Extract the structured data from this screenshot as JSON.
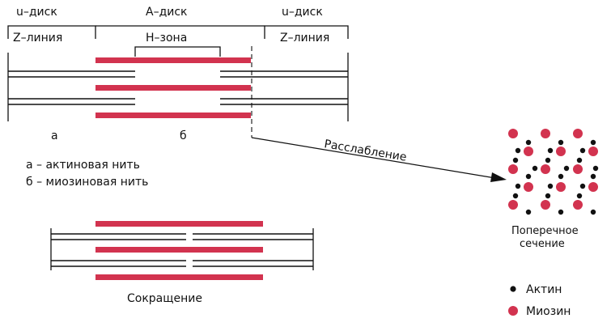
{
  "labels": {
    "u_disk_left": "u–диск",
    "a_disk": "А–диск",
    "u_disk_right": "u–диск",
    "z_line_left": "Z–линия",
    "h_zone": "Н–зона",
    "z_line_right": "Z–линия",
    "marker_a": "а",
    "marker_b": "б",
    "relaxation": "Расслабление",
    "contraction": "Сокращение",
    "cross_section_line1": "Поперечное",
    "cross_section_line2": "сечение"
  },
  "legend_text": {
    "a_line": "а – актиновая нить",
    "b_line": "б – миозиновая нить"
  },
  "key": [
    {
      "label": "Актин",
      "color": "#111111"
    },
    {
      "label": "Миозин",
      "color": "#d2334f"
    }
  ],
  "colors": {
    "myosin": "#d2334f",
    "actin": "#111111"
  }
}
